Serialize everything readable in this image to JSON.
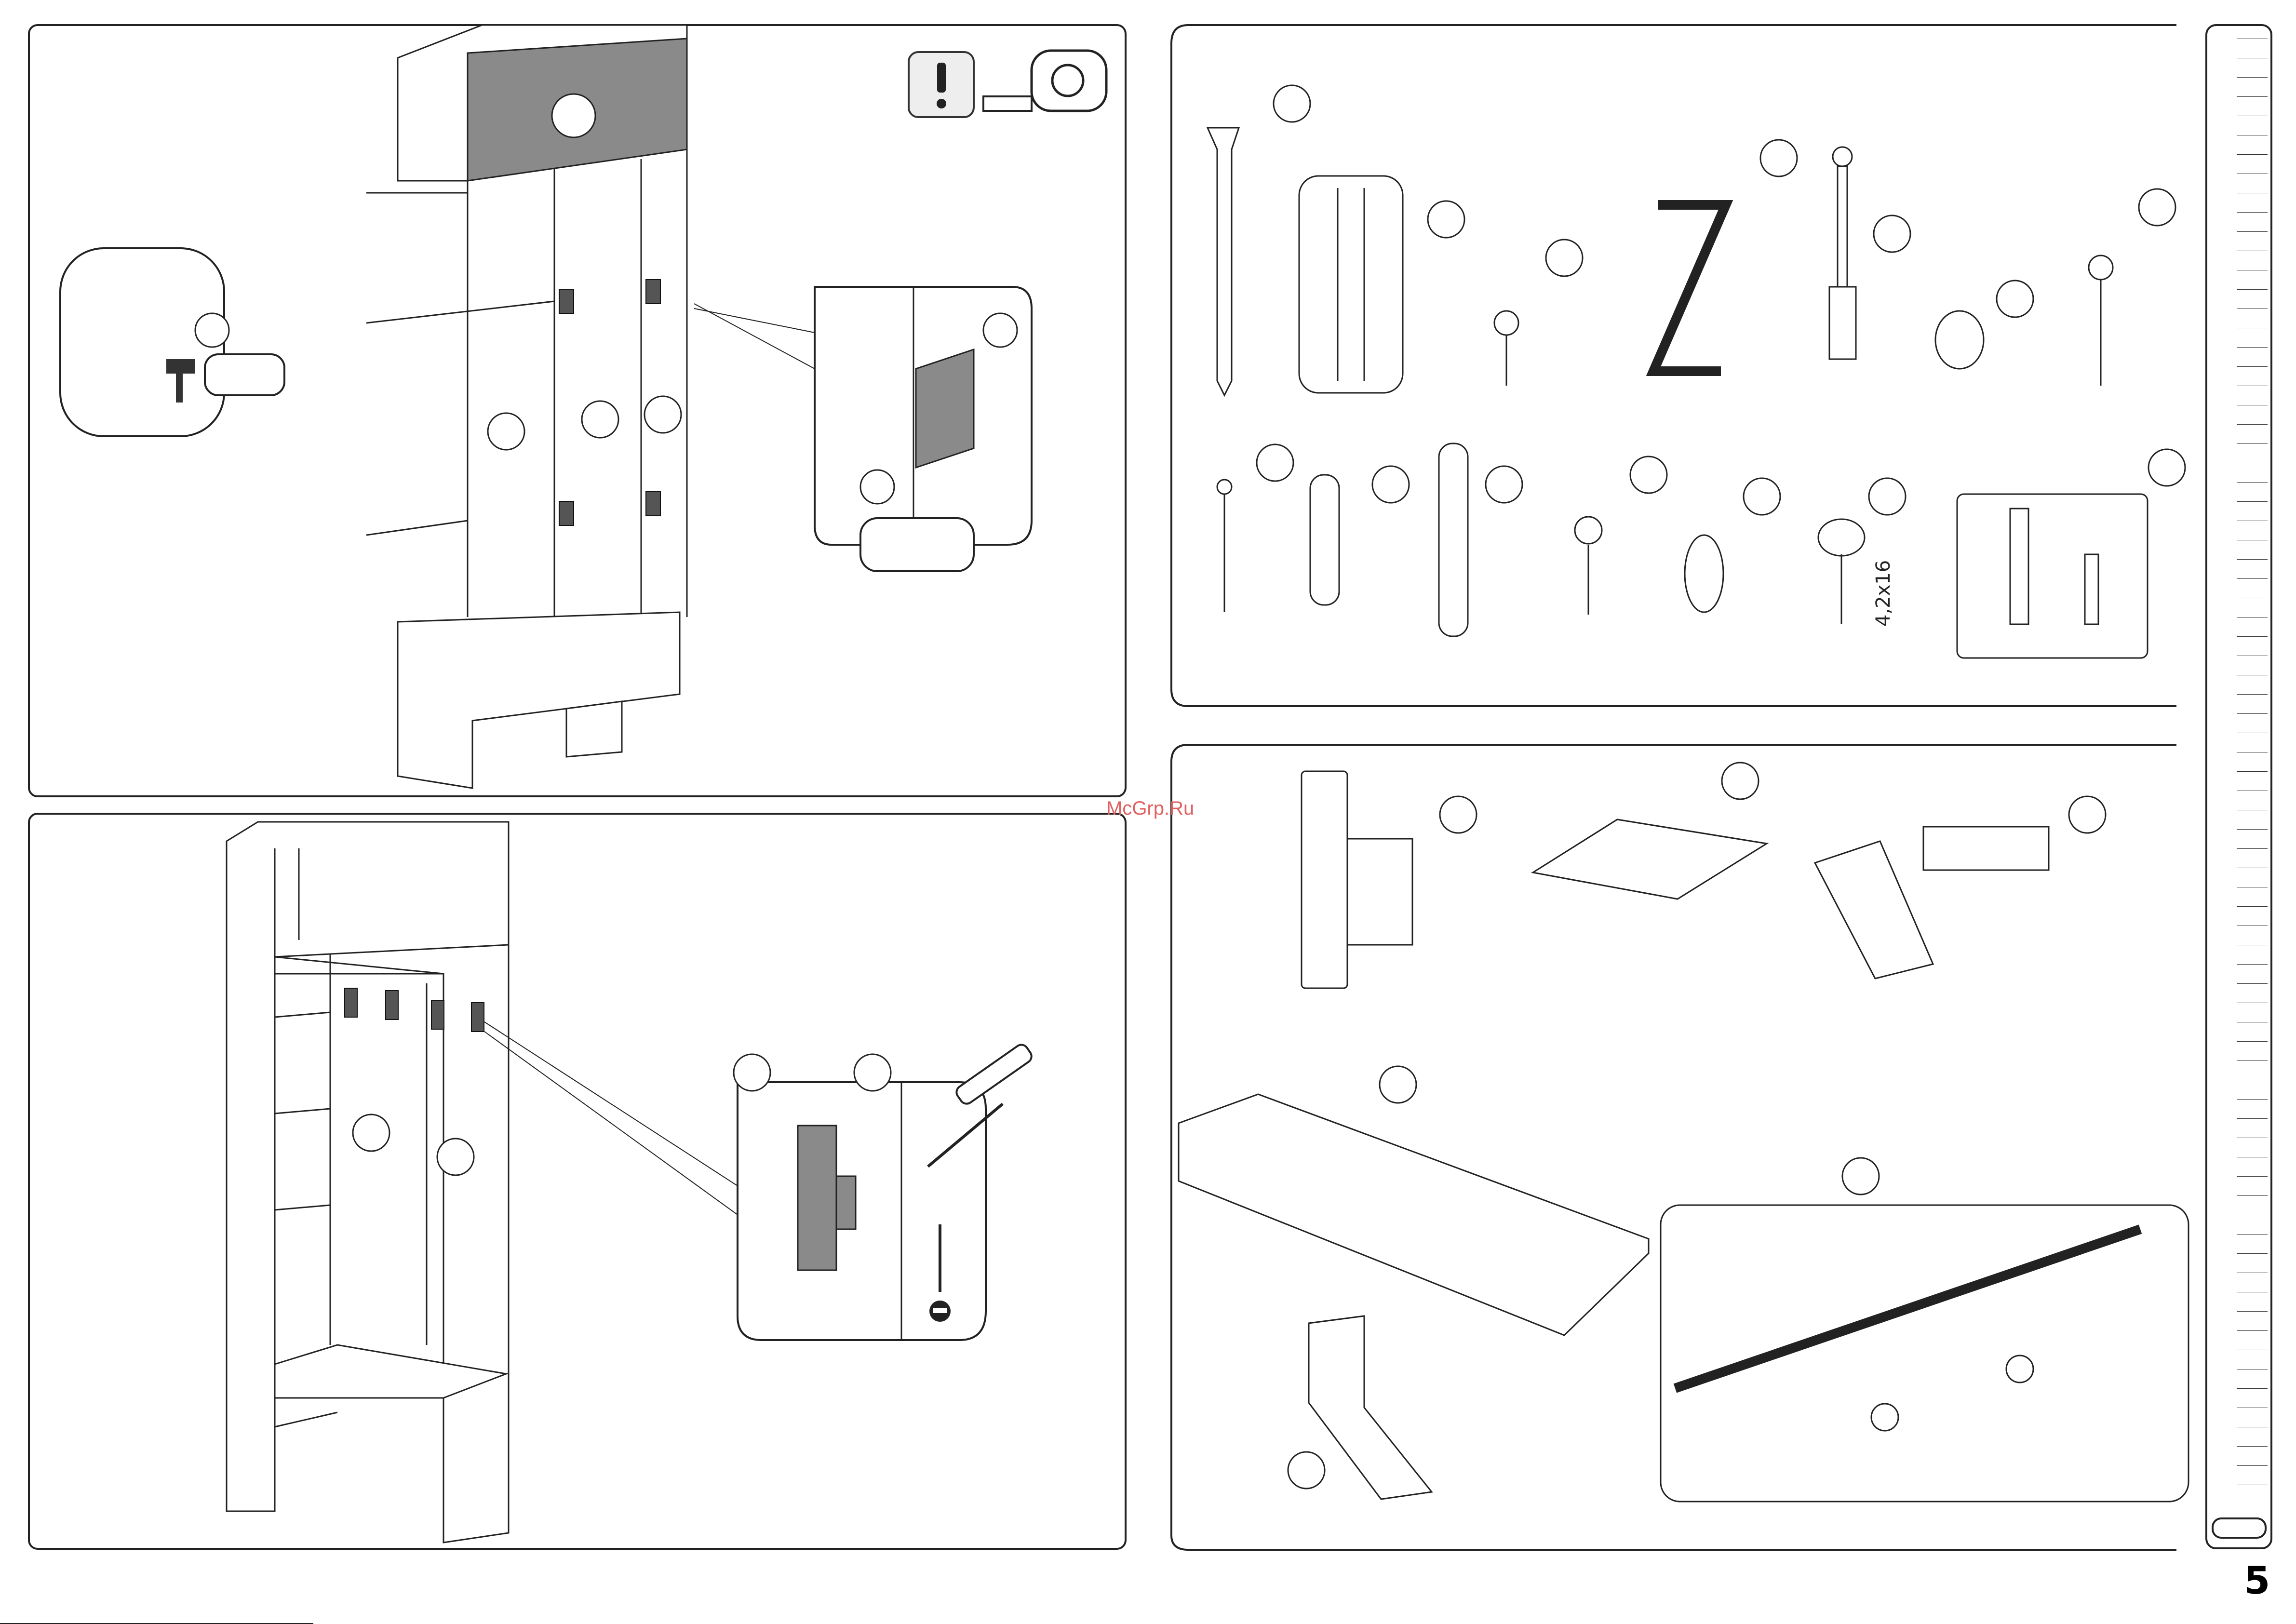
{
  "watermark": "McGrp.Ru",
  "page_number": "5",
  "screw_size_label": "4,2x16",
  "icons": {
    "warning": "exclamation-icon",
    "tool": "tape-measure-icon",
    "hammer": "hammer-icon",
    "screwdriver": "screwdriver-icon",
    "flat_bit": "flat-bit-icon"
  },
  "colors": {
    "line": "#000000",
    "panel_fill": "#8a8a8a",
    "background": "#ffffff",
    "watermark": "#e06060"
  }
}
